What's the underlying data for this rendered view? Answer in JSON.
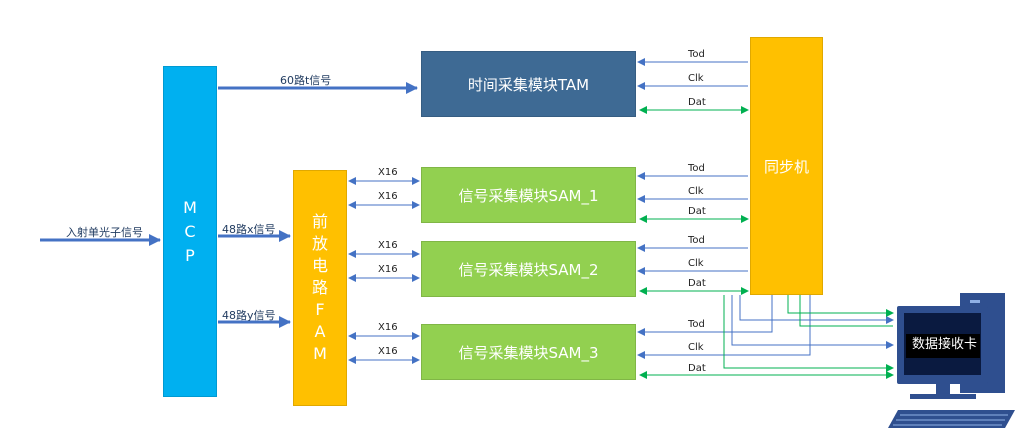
{
  "diagram": {
    "input_signal": "入射单光子信号",
    "mcp_label": "MCP",
    "fam_label": "前放电路FAM",
    "tam_label": "时间采集模块TAM",
    "sam_labels": [
      "信号采集模块SAM_1",
      "信号采集模块SAM_2",
      "信号采集模块SAM_3"
    ],
    "sync_label": "同步机",
    "receiver_label": "数据接收卡",
    "mcp_to_tam": "60路t信号",
    "mcp_to_fam_x": "48路x信号",
    "mcp_to_fam_y": "48路y信号",
    "bus_width": "X16",
    "sync_signals": [
      "Tod",
      "Clk",
      "Dat"
    ]
  },
  "colors": {
    "mcp": "#00b0f0",
    "fam": "#ffc000",
    "tam": "#3e6a94",
    "sam": "#92d050",
    "sync": "#ffc000",
    "data_line": "#00b050",
    "control_line": "#4472c4"
  },
  "icons": [
    "computer-icon"
  ]
}
